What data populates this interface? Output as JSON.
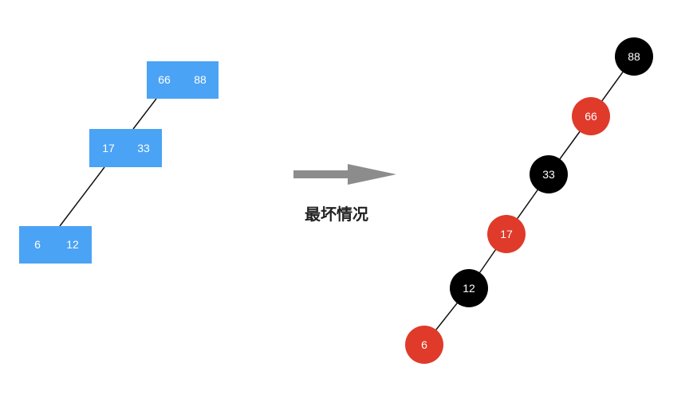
{
  "btree": {
    "nodes": [
      {
        "keys": [
          "66",
          "88"
        ]
      },
      {
        "keys": [
          "17",
          "33"
        ]
      },
      {
        "keys": [
          "6",
          "12"
        ]
      }
    ]
  },
  "caption": "最坏情况",
  "rbtree": {
    "nodes": [
      {
        "label": "88",
        "color": "black"
      },
      {
        "label": "66",
        "color": "red"
      },
      {
        "label": "33",
        "color": "black"
      },
      {
        "label": "17",
        "color": "red"
      },
      {
        "label": "12",
        "color": "black"
      },
      {
        "label": "6",
        "color": "red"
      }
    ]
  },
  "colors": {
    "btree_node": "#4aa3f5",
    "red_node": "#e03a2a",
    "black_node": "#000000",
    "arrow": "#8c8c8c",
    "edge": "#111111"
  }
}
